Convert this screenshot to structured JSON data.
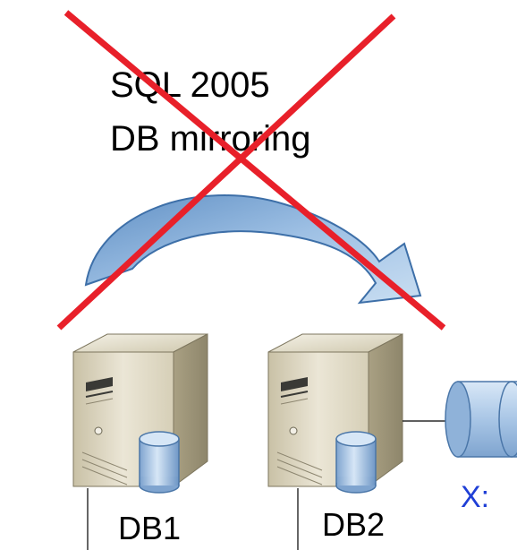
{
  "caption": {
    "line1": "SQL 2005",
    "line2": "DB mirroring"
  },
  "servers": [
    {
      "label": "DB1"
    },
    {
      "label": "DB2"
    }
  ],
  "drive": {
    "label": "X:"
  },
  "colors": {
    "cross": "#e8202a",
    "arrow_fill": "#7ea7d3",
    "arrow_stroke": "#3d6fa8",
    "tower_front": "#ded7c2",
    "tower_side": "#b9b094",
    "cylinder": "#a9c6e6",
    "cylinder_stroke": "#4a76a8",
    "drive_label": "#1f3fd6"
  },
  "icons": [
    "server-tower-icon",
    "database-cylinder-icon",
    "mirror-arrow-icon",
    "disk-drive-icon",
    "cross-out-icon"
  ]
}
